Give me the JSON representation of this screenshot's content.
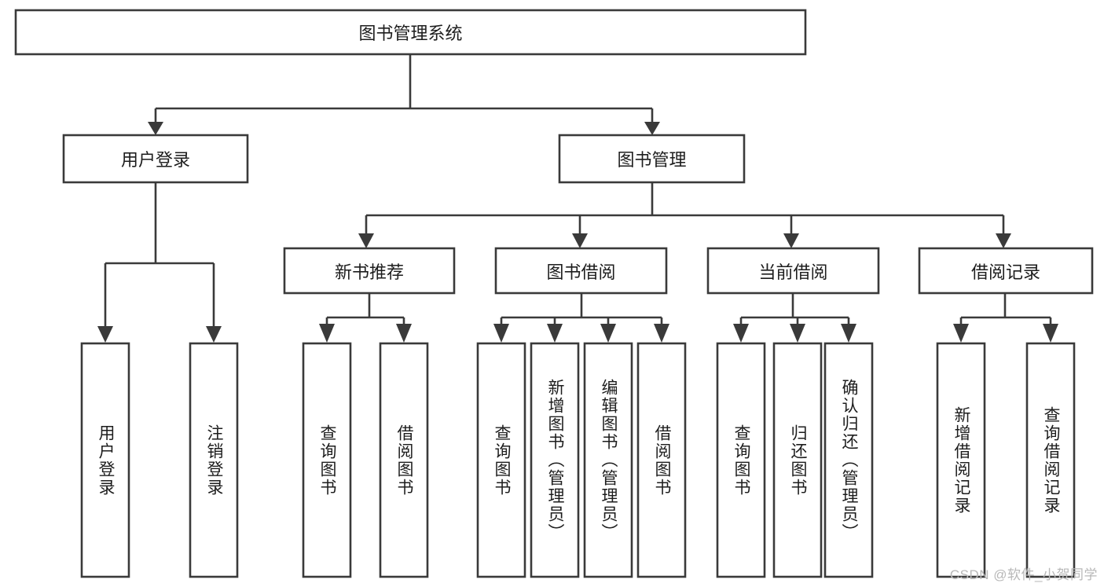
{
  "diagram": {
    "type": "tree-hierarchy",
    "orientation": "top-down",
    "title": "图书管理系统",
    "colors": {
      "box_stroke": "#3a3a3a",
      "box_fill": "#ffffff",
      "connector": "#3a3a3a",
      "text": "#1d1d1d",
      "background": "#ffffff",
      "watermark": "#b8b8b8"
    },
    "root": {
      "label": "图书管理系统"
    },
    "level2": [
      {
        "label": "用户登录"
      },
      {
        "label": "图书管理"
      }
    ],
    "level3": [
      {
        "label": "新书推荐"
      },
      {
        "label": "图书借阅"
      },
      {
        "label": "当前借阅"
      },
      {
        "label": "借阅记录"
      }
    ],
    "leaves": {
      "user_login": [
        {
          "label": "用户登录"
        },
        {
          "label": "注销登录"
        }
      ],
      "new_book_recommend": [
        {
          "label": "查询图书"
        },
        {
          "label": "借阅图书"
        }
      ],
      "book_borrow": [
        {
          "label": "查询图书"
        },
        {
          "label": "新增图书（管理员）"
        },
        {
          "label": "编辑图书（管理员）"
        },
        {
          "label": "借阅图书"
        }
      ],
      "current_borrow": [
        {
          "label": "查询图书"
        },
        {
          "label": "归还图书"
        },
        {
          "label": "确认归还（管理员）"
        }
      ],
      "borrow_record": [
        {
          "label": "新增借阅记录"
        },
        {
          "label": "查询借阅记录"
        }
      ]
    }
  },
  "watermark": {
    "text": "CSDN @软件_小贺同学"
  }
}
